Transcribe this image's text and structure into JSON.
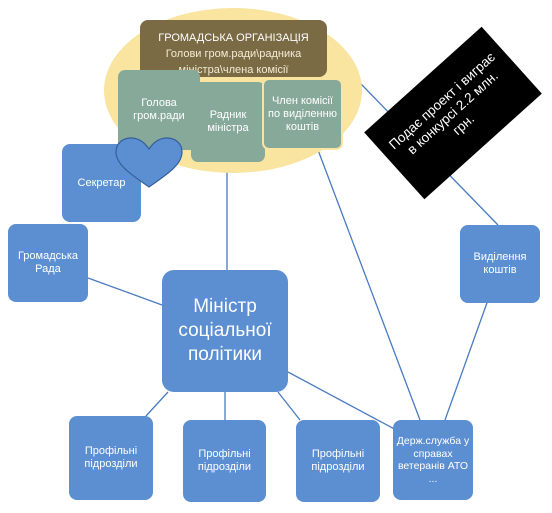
{
  "org": {
    "title": "ГРОМАДСЬКА ОРГАНІЗАЦІЯ",
    "subtitle": "Голови гром.ради\\радника міністра\\члена комісії"
  },
  "group": {
    "head": "Голова гром.ради",
    "advisor": "Радник міністра",
    "member": "Член комісії по виділенню коштів"
  },
  "secretary": "Секретар",
  "council": "Громадська Рада",
  "minister": "Міністр соціальної політики",
  "funds": "Виділення коштів",
  "banner": "Подає проект і виграє в конкурсі 2.2 млн. грн.",
  "departments": [
    "Профільні підрозділи",
    "Профільні підрозділи",
    "Профільні підрозділи"
  ],
  "service": "Держ.служба у справах ветеранів АТО ...",
  "colors": {
    "blue": "#5b8fd2",
    "green": "#87a99a",
    "oval": "#f9e4a0",
    "org": "#7a6b45",
    "banner": "#000000"
  },
  "icons": [
    "heart-icon"
  ]
}
